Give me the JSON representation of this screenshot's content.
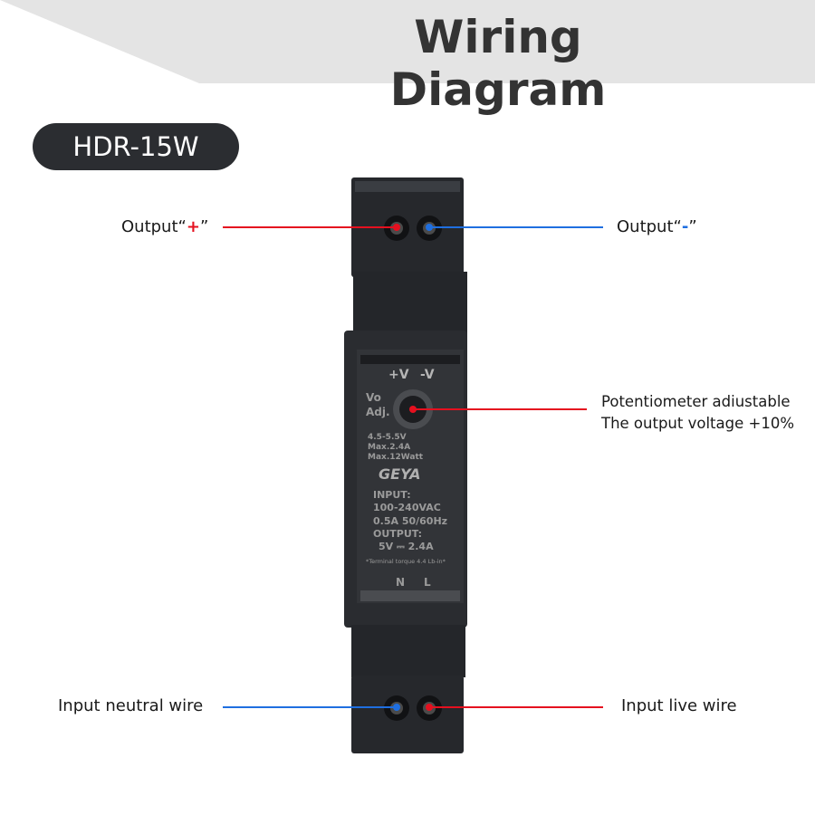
{
  "header": {
    "title": "Wiring Diagram"
  },
  "model": "HDR-15W",
  "labels": {
    "output_pos_prefix": "Output“",
    "output_pos_sign": "+",
    "output_pos_suffix": "”",
    "output_neg_prefix": "Output“",
    "output_neg_sign": "-",
    "output_neg_suffix": "”",
    "pot_line1": "Potentiometer adiustable",
    "pot_line2": "The output voltage +10%",
    "input_neutral": "Input neutral wire",
    "input_live": "Input live wire"
  },
  "device": {
    "plus_v": "+V",
    "minus_v": "-V",
    "vo": "Vo",
    "adj": "Adj.",
    "range": "4.5-5.5V",
    "max_a": "Max.2.4A",
    "max_w": "Max.12Watt",
    "brand": "GEYA",
    "input_label": "INPUT:",
    "input_v": "100-240VAC",
    "input_a": "0.5A 50/60Hz",
    "output_label": "OUTPUT:",
    "output_v": "5V ⎓ 2.4A",
    "torque": "*Terminal torque 4.4 Lb-in*",
    "n": "N",
    "l": "L"
  },
  "colors": {
    "red": "#e5101f",
    "blue": "#1f6fe0",
    "dark": "#2b2d31"
  }
}
